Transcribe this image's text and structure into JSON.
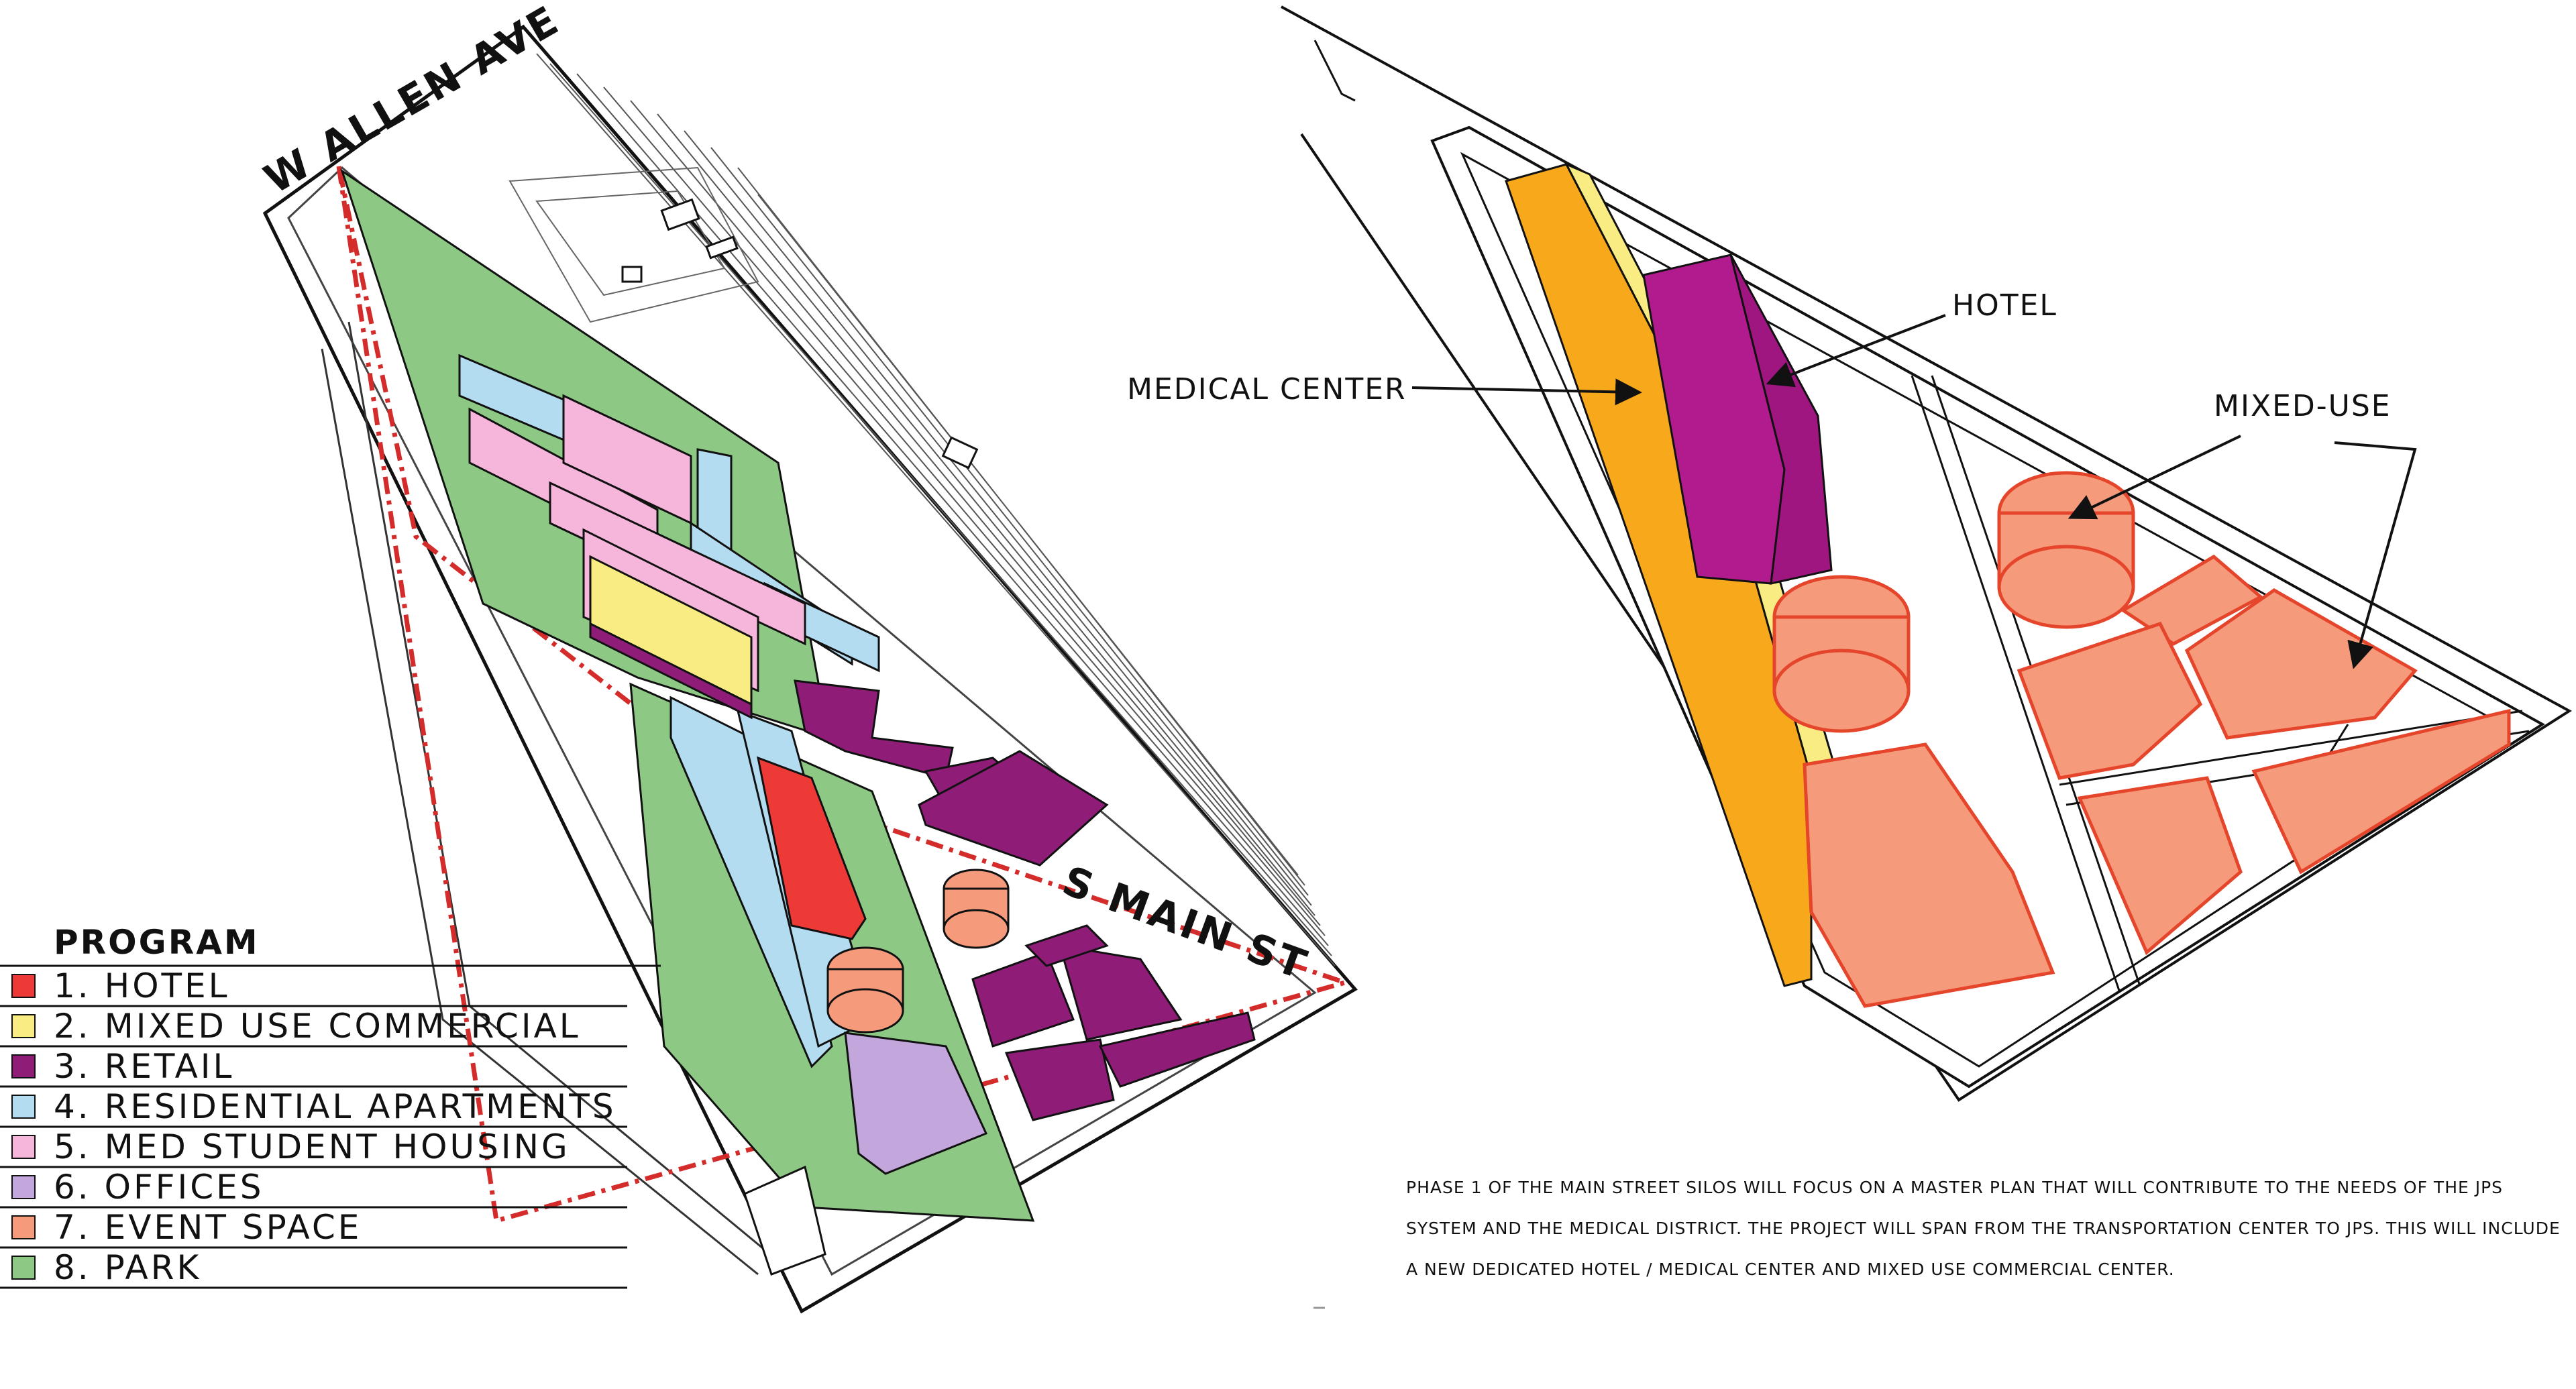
{
  "colors": {
    "hotel": "#ee3a36",
    "mixed_use": "#f8ec83",
    "retail": "#8f1d78",
    "residential": "#b4dcf1",
    "student_housing": "#f6b5da",
    "offices": "#c2a6dc",
    "event_space": "#f59b7c",
    "park": "#8dc985",
    "tower_orange": "#f7a81b",
    "tower_magenta": "#b21b8e",
    "boundary": "#d42b2b"
  },
  "site_plan": {
    "street_north": "W ALLEN AVE",
    "street_east": "S MAIN ST"
  },
  "legend": {
    "title": "PROGRAM",
    "items": [
      {
        "label": "1. HOTEL",
        "color_key": "hotel"
      },
      {
        "label": "2. MIXED USE COMMERCIAL",
        "color_key": "mixed_use"
      },
      {
        "label": "3. RETAIL",
        "color_key": "retail"
      },
      {
        "label": "4. RESIDENTIAL APARTMENTS",
        "color_key": "residential"
      },
      {
        "label": "5. MED STUDENT HOUSING",
        "color_key": "student_housing"
      },
      {
        "label": "6. OFFICES",
        "color_key": "offices"
      },
      {
        "label": "7. EVENT SPACE",
        "color_key": "event_space"
      },
      {
        "label": "8. PARK",
        "color_key": "park"
      }
    ]
  },
  "phase_plan": {
    "callouts": {
      "hotel": "HOTEL",
      "medical_center": "MEDICAL CENTER",
      "mixed_use": "MIXED-USE"
    }
  },
  "description": "Phase 1 of the Main Street Silos will focus on a master plan that will  contribute to the needs of the JPS system and the medical district. The project will span from the transportation center to JPS. This will include a new dedicated hotel / medical center and mixed use commercial center."
}
